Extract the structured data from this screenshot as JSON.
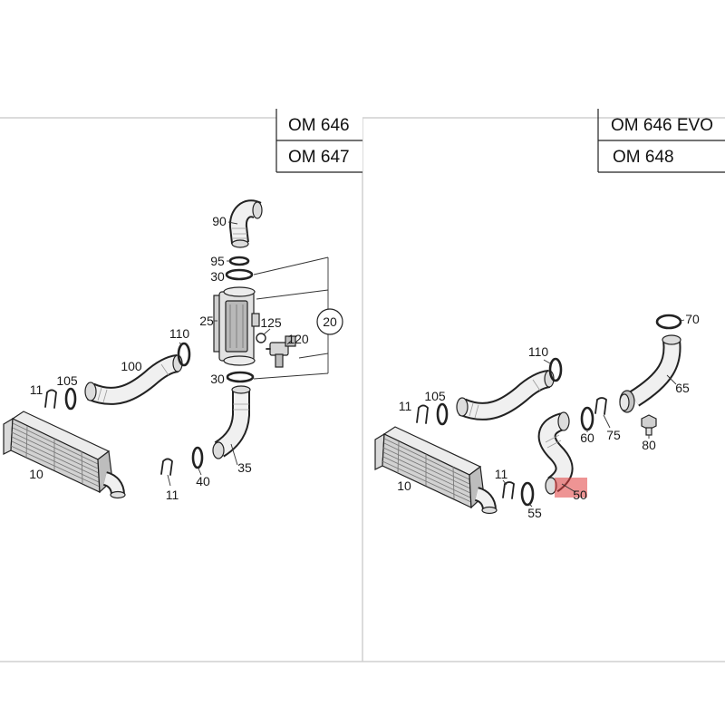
{
  "left_panel": {
    "engine_codes": [
      "OM 646",
      "OM 647"
    ],
    "callouts": [
      "90",
      "95",
      "30",
      "25",
      "125",
      "120",
      "20",
      "110",
      "100",
      "105",
      "11",
      "30",
      "10",
      "11",
      "40",
      "35"
    ]
  },
  "right_panel": {
    "engine_codes": [
      "OM 646 EVO",
      "OM 648"
    ],
    "callouts": [
      "70",
      "110",
      "65",
      "105",
      "11",
      "75",
      "60",
      "80",
      "10",
      "11",
      "55",
      "50"
    ]
  },
  "colors": {
    "highlight": "#e03c3c",
    "line": "#222222",
    "frame": "#cfcfcf"
  }
}
